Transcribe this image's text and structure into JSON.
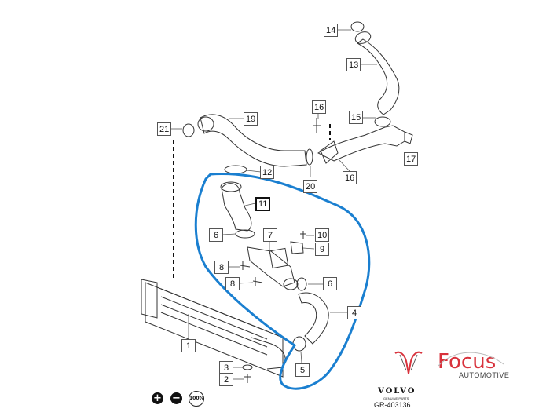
{
  "diagram": {
    "callouts": {
      "c14": "14",
      "c13": "13",
      "c16a": "16",
      "c15": "15",
      "c17": "17",
      "c21": "21",
      "c19": "19",
      "c12": "12",
      "c20": "20",
      "c16b": "16",
      "c11": "11",
      "c6a": "6",
      "c7": "7",
      "c10": "10",
      "c9": "9",
      "c8a": "8",
      "c8b": "8",
      "c6b": "6",
      "c4": "4",
      "c1": "1",
      "c3": "3",
      "c2": "2",
      "c5": "5"
    },
    "highlight_color": "#1a7fd0",
    "line_color": "#333333"
  },
  "controls": {
    "zoom_in": "+",
    "zoom_out": "−",
    "zoom_reset": "100%"
  },
  "branding": {
    "volvo_logo": "VOLVO",
    "volvo_subtitle": "GENUINE PARTS",
    "part_number": "GR-403136",
    "focus_title": "Focus",
    "focus_subtitle": "AUTOMOTIVE",
    "focus_color": "#d8323c"
  }
}
